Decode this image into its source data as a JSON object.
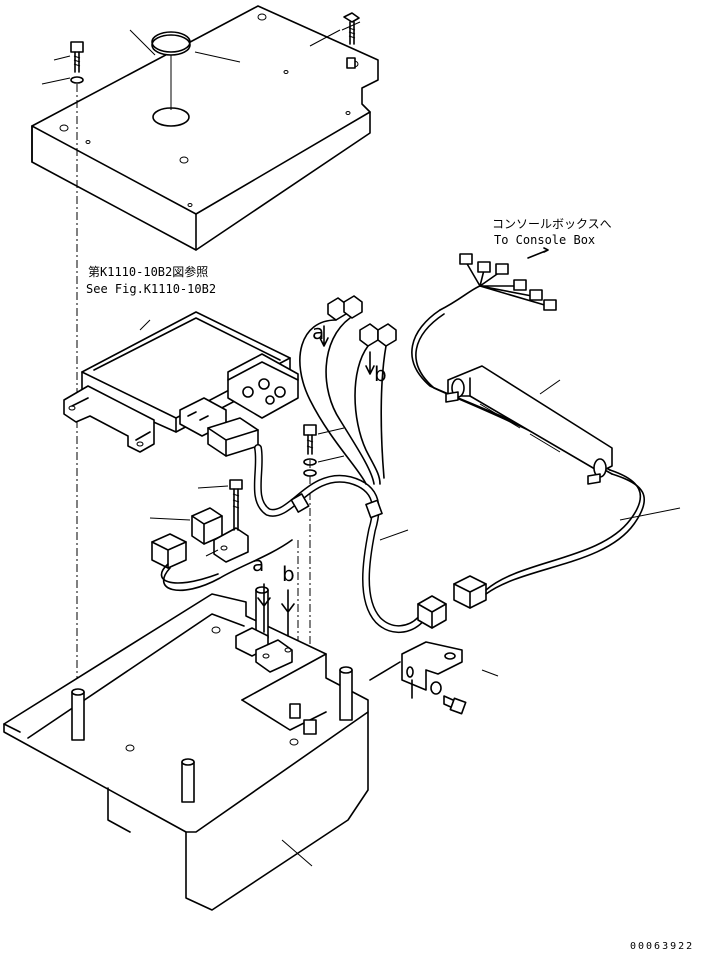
{
  "labels": {
    "console_jp": "コンソールボックスへ",
    "console_en": "To Console Box",
    "ref_jp": "第K1110-10B2図参照",
    "ref_en": "See Fig.K1110-10B2",
    "arrow_a_1": "a",
    "arrow_b_1": "b",
    "arrow_a_2": "a",
    "arrow_b_2": "b",
    "drawing_code": "00063922"
  }
}
